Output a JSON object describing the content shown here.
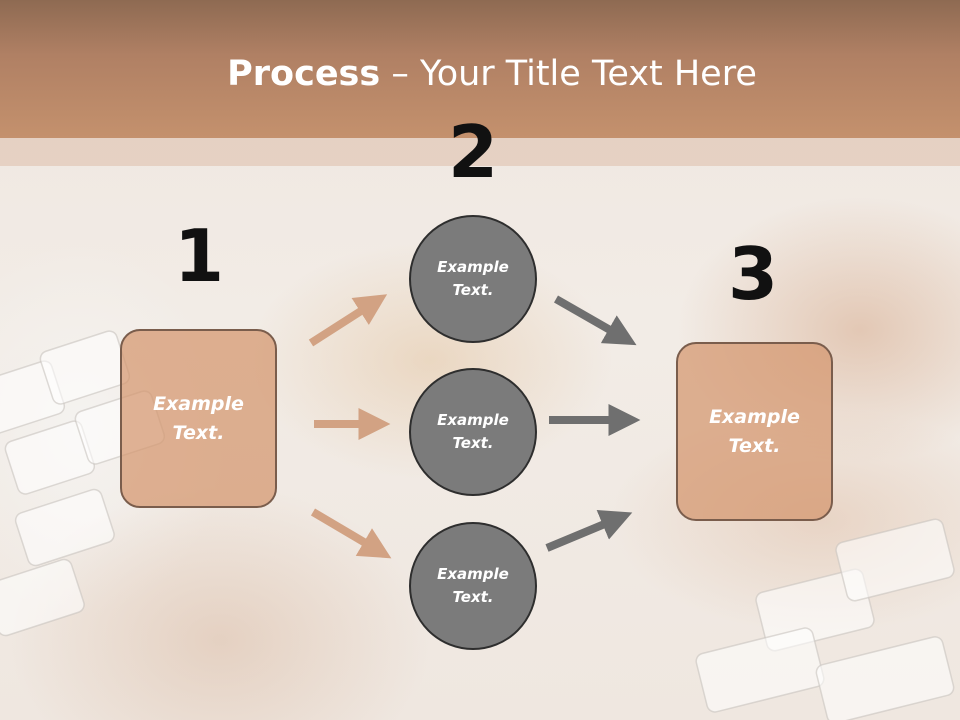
{
  "title": {
    "bold": "Process",
    "rest": " – Your Title Text Here"
  },
  "steps": {
    "one": {
      "number": "1",
      "text": "Example\nText."
    },
    "two": {
      "number": "2"
    },
    "three": {
      "number": "3",
      "text": "Example\nText."
    }
  },
  "circles": [
    {
      "text": "Example\nText."
    },
    {
      "text": "Example\nText."
    },
    {
      "text": "Example\nText."
    }
  ],
  "colors": {
    "header": "#b58466",
    "box_fill": "#d4966e",
    "box_border": "#7a5d4c",
    "circle_fill": "#7b7b7b",
    "circle_border": "#2e2e2e",
    "arrow_tan": "#d2a283",
    "arrow_gray": "#6f6f6f"
  }
}
